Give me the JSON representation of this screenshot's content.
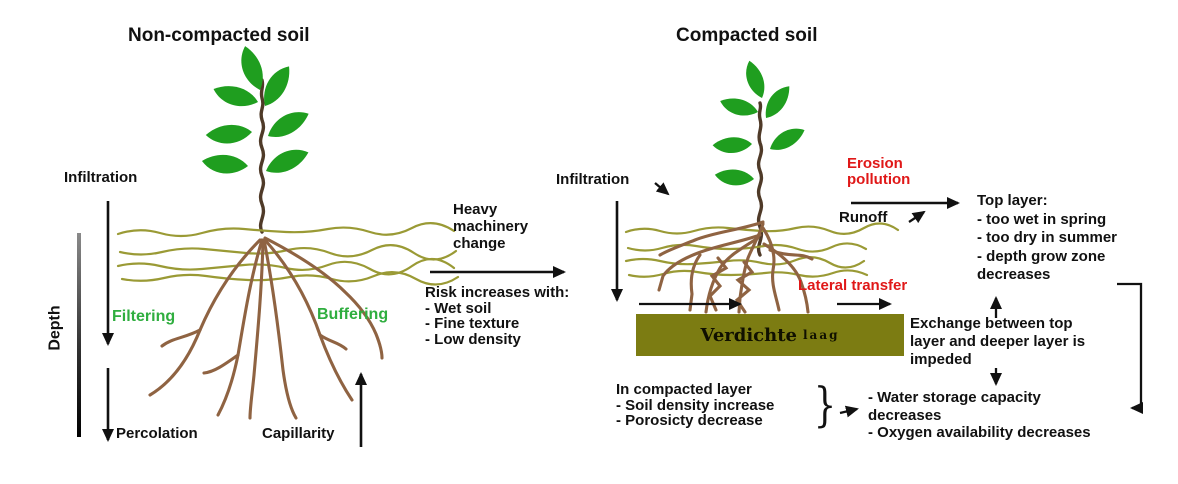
{
  "left": {
    "title": "Non-compacted soil",
    "labels": {
      "infiltration": "Infiltration",
      "depth": "Depth",
      "filtering": "Filtering",
      "buffering": "Buffering",
      "percolation": "Percolation",
      "capillarity": "Capillarity"
    }
  },
  "middle": {
    "cause_lines": [
      "Heavy",
      "machinery",
      "change"
    ],
    "risk_lines": [
      "Risk increases with:",
      "- Wet soil",
      "- Fine texture",
      "- Low density"
    ]
  },
  "right": {
    "title": "Compacted soil",
    "labels": {
      "infiltration": "Infiltration",
      "erosion_lines": [
        "Erosion",
        "pollution"
      ],
      "runoff": "Runoff",
      "lateral_transfer": "Lateral transfer"
    },
    "compacted_layer": {
      "main": "Verdichte",
      "sub": "laag"
    },
    "top_layer_lines": [
      "Top layer:",
      "- too wet in spring",
      "- too dry in summer",
      "- depth grow zone",
      "decreases"
    ],
    "exchange_lines": [
      "Exchange between top",
      "layer and deeper layer is",
      "impeded"
    ],
    "compacted_effects_lines": [
      "In compacted layer",
      "- Soil density increase",
      "- Porosicty decrease"
    ],
    "consequences_lines": [
      "- Water storage capacity",
      "decreases",
      "- Oxygen availability decreases"
    ],
    "brace_glyph": "}"
  },
  "colors": {
    "accent_red": "#e01818",
    "accent_green": "#2fae3f",
    "compacted_bg": "#7c7c12",
    "leaf_green": "#1f9e1f",
    "stem_brown": "#4f3a28",
    "root_brown": "#8f6342",
    "soil_olive": "#9a9a35",
    "ink": "#111111"
  }
}
